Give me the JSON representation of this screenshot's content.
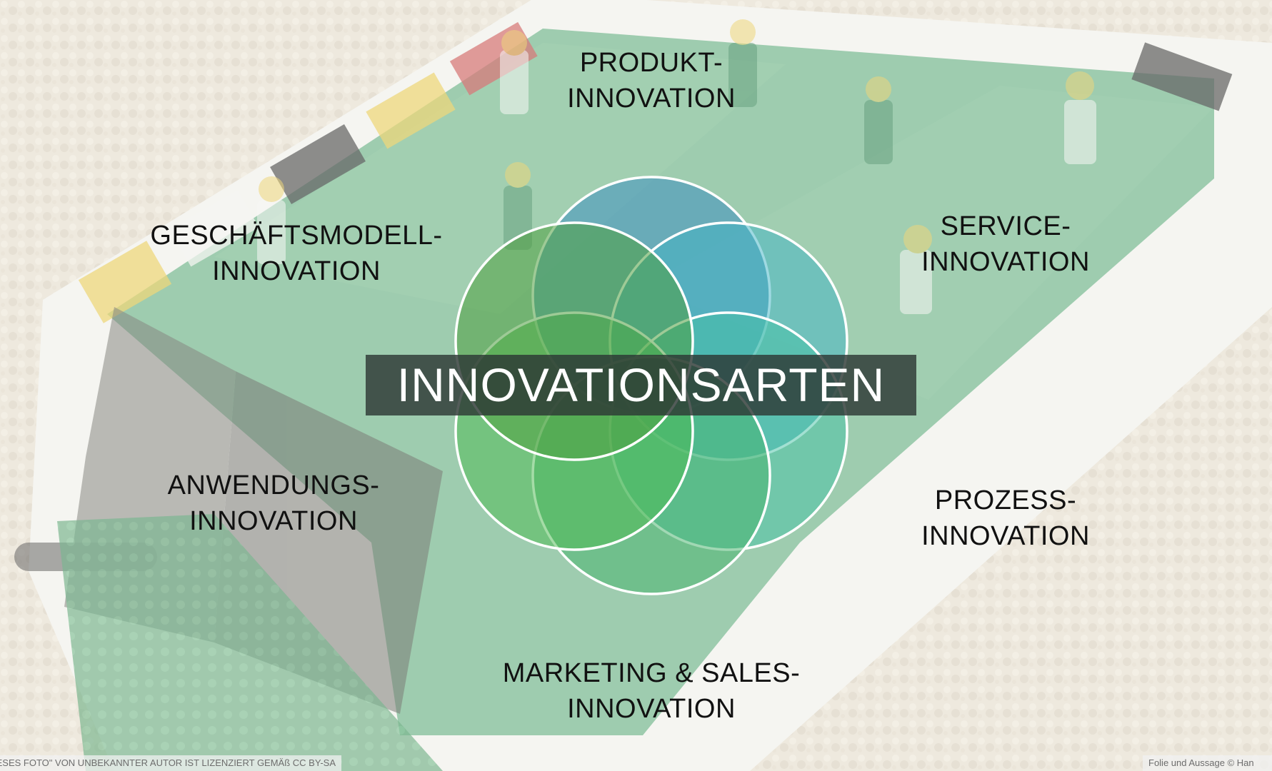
{
  "diagram": {
    "title": "INNOVATIONSARTEN",
    "petals": [
      {
        "name": "produkt",
        "line1": "PRODUKT-",
        "line2": "INNOVATION"
      },
      {
        "name": "service",
        "line1": "SERVICE-",
        "line2": "INNOVATION"
      },
      {
        "name": "prozess",
        "line1": "PROZESS-",
        "line2": "INNOVATION"
      },
      {
        "name": "marketing",
        "line1": "MARKETING & SALES-",
        "line2": "INNOVATION"
      },
      {
        "name": "anwendung",
        "line1": "ANWENDUNGS-",
        "line2": "INNOVATION"
      },
      {
        "name": "geschaeftsmodell",
        "line1": "GESCHÄFTSMODELL-",
        "line2": "INNOVATION"
      }
    ],
    "colors": {
      "circle_top": "#3e8fbf",
      "circle_upper_right": "#3fb3c6",
      "circle_lower_right": "#45c1a6",
      "circle_bottom": "#44b26a",
      "circle_lower_left": "#4bb94f",
      "circle_upper_left": "#4e9f3f",
      "stroke": "#ffffff",
      "title_bar": "#2d3834"
    }
  },
  "background": {
    "description_icon": "lego-soccer-field-photo"
  },
  "credits": {
    "left": "DIESES FOTO\" VON UNBEKANNTER AUTOR IST LIZENZIERT GEMÄß CC BY-SA",
    "right": "Folie und Aussage © Han"
  }
}
